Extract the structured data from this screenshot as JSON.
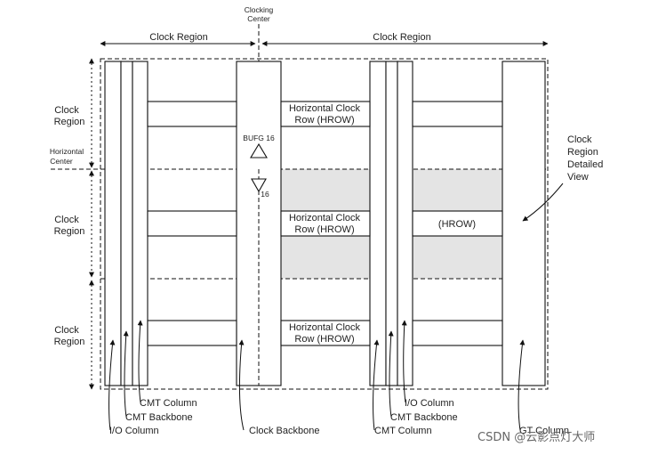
{
  "clocking_center": {
    "line1": "Clocking",
    "line2": "Center"
  },
  "top_regions": [
    "Clock Region",
    "Clock Region"
  ],
  "left_labels": {
    "region_top": [
      "Clock",
      "Region"
    ],
    "horizontal_center": [
      "Horizontal",
      "Center"
    ],
    "region_mid": [
      "Clock",
      "Region"
    ],
    "region_bot": [
      "Clock",
      "Region"
    ]
  },
  "hrow_labels": {
    "top": [
      "Horizontal Clock",
      "Row (HROW)"
    ],
    "mid": [
      "Horizontal Clock",
      "Row (HROW)"
    ],
    "bot": [
      "Horizontal Clock",
      "Row (HROW)"
    ],
    "right_mid": "(HROW)"
  },
  "bufg": {
    "top": "BUFG 16",
    "bottom": "16"
  },
  "detail_label": [
    "Clock",
    "Region",
    "Detailed",
    "View"
  ],
  "bottom_labels": {
    "cmt_column_left": "CMT Column",
    "cmt_backbone_left": "CMT Backbone",
    "io_column_left": "I/O Column",
    "clock_backbone": "Clock Backbone",
    "io_column_right": "I/O Column",
    "cmt_backbone_right": "CMT Backbone",
    "cmt_column_right": "CMT Column",
    "gt_column": "GT Column"
  },
  "watermark": "CSDN @云影点灯大师",
  "colors": {
    "shade": "#e4e4e4",
    "line": "#111111"
  }
}
